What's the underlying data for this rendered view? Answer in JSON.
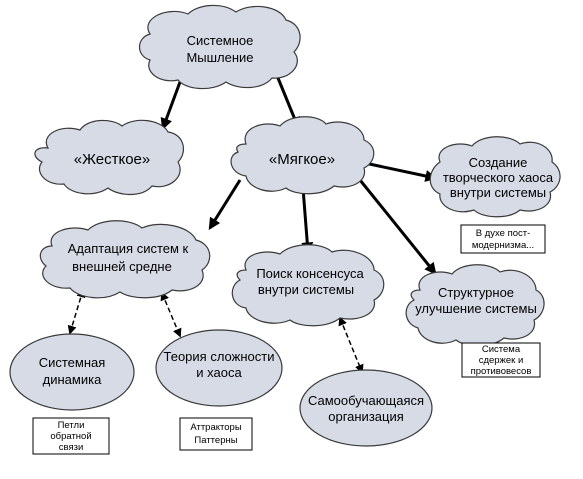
{
  "nodes": {
    "systems_thinking": [
      "Системное",
      "Мышление"
    ],
    "hard": [
      "«Жесткое»"
    ],
    "soft": [
      "«Мягкое»"
    ],
    "creative_chaos": [
      "Создание",
      "творческого хаоса",
      "внутри системы"
    ],
    "adaptation": [
      "Адаптация систем к",
      "внешней средне"
    ],
    "consensus": [
      "Поиск консенсуса",
      "внутри системы"
    ],
    "structural": [
      "Структурное",
      "улучшение системы"
    ],
    "system_dynamics": [
      "Системная",
      "динамика"
    ],
    "complexity": [
      "Теория сложности",
      "и хаоса"
    ],
    "self_org": [
      "Самообучающаяся",
      "организация"
    ]
  },
  "notes": {
    "postmodern": [
      "В духе пост-",
      "модернизма..."
    ],
    "checks": [
      "Система",
      "сдержек и",
      "противовесов"
    ],
    "feedback": [
      "Петли",
      "обратной",
      "связи"
    ],
    "attractors": [
      "Аттракторы",
      "Паттерны"
    ]
  }
}
